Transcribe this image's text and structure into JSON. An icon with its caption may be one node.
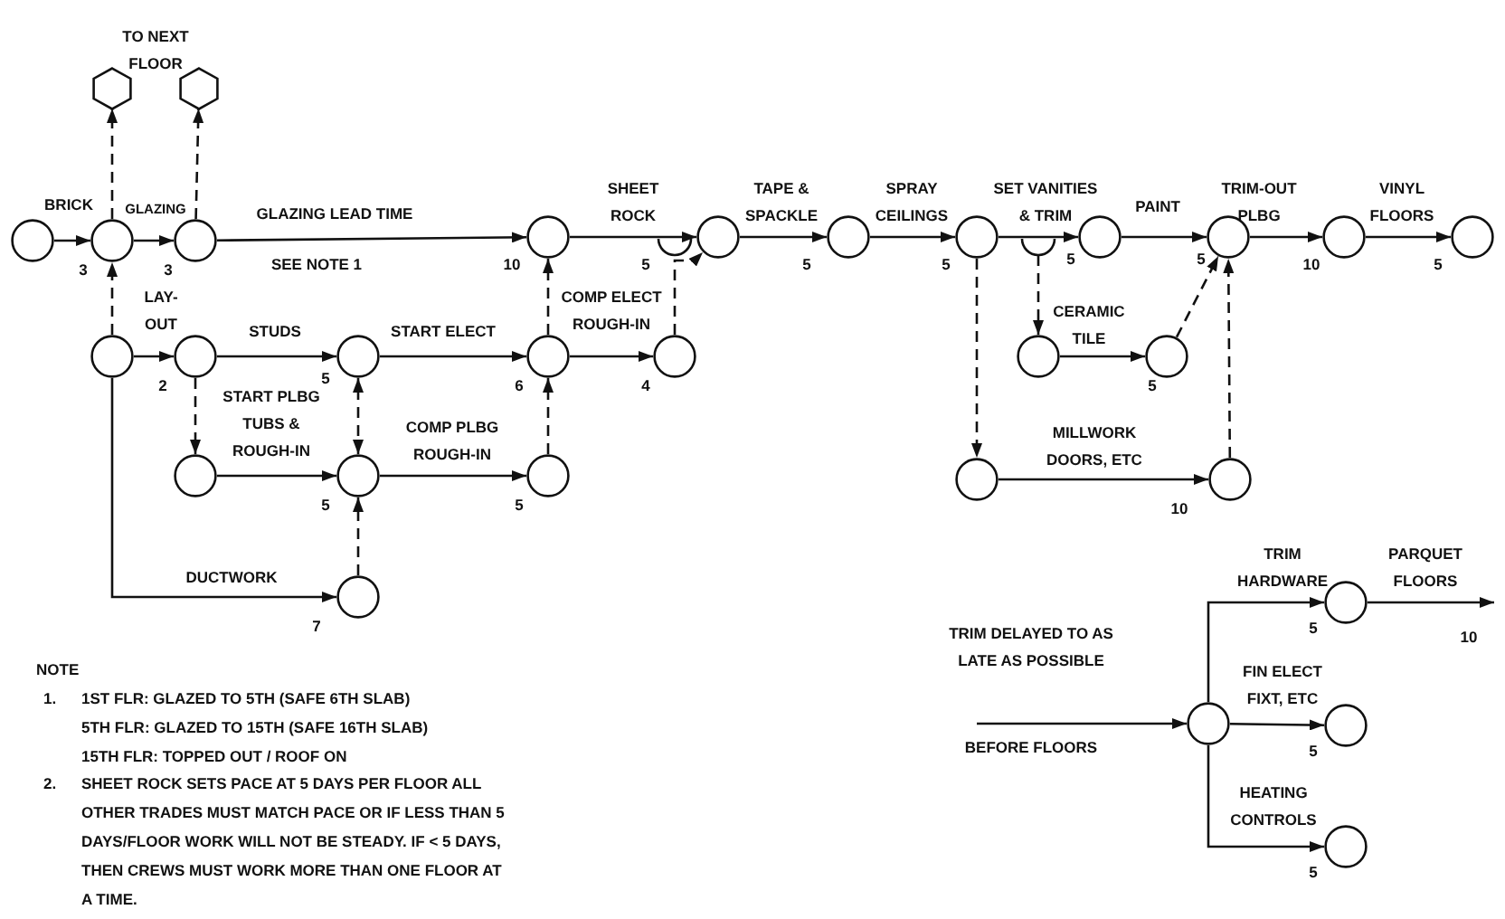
{
  "diagram": {
    "nodes": [
      {
        "text": [],
        "shape": "hexagon"
      },
      {
        "text": [],
        "shape": "hexagon"
      },
      {
        "text": [],
        "shape": "circle"
      },
      {
        "text": [],
        "shape": "circle"
      },
      {
        "text": [],
        "shape": "circle"
      },
      {
        "text": [],
        "shape": "circle"
      },
      {
        "text": [],
        "shape": "circle"
      },
      {
        "text": [],
        "shape": "circle"
      },
      {
        "text": [],
        "shape": "circle"
      },
      {
        "text": [],
        "shape": "circle"
      },
      {
        "text": [],
        "shape": "circle"
      },
      {
        "text": [],
        "shape": "circle"
      },
      {
        "text": [],
        "shape": "circle"
      },
      {
        "text": [],
        "shape": "circle"
      },
      {
        "text": [],
        "shape": "circle"
      },
      {
        "text": [],
        "shape": "circle"
      },
      {
        "text": [],
        "shape": "circle"
      },
      {
        "text": [],
        "shape": "circle"
      },
      {
        "text": [],
        "shape": "circle"
      },
      {
        "text": [],
        "shape": "circle"
      },
      {
        "text": [],
        "shape": "circle"
      },
      {
        "text": [],
        "shape": "circle"
      },
      {
        "text": [],
        "shape": "circle"
      },
      {
        "text": [],
        "shape": "circle"
      },
      {
        "text": [],
        "shape": "circle"
      },
      {
        "text": [],
        "shape": "circle"
      },
      {
        "text": [],
        "shape": "circle"
      },
      {
        "text": [],
        "shape": "circle"
      },
      {
        "text": [],
        "shape": "circle"
      },
      {
        "text": [],
        "shape": "circle"
      }
    ],
    "edges": [
      {
        "from": 3,
        "to": 0,
        "arrow": "to",
        "style": "dashed"
      },
      {
        "from": 4,
        "to": 1,
        "arrow": "to",
        "style": "dashed"
      },
      {
        "from": 2,
        "to": 3,
        "arrow": "to",
        "label": "BRICK"
      },
      {
        "from": 3,
        "to": 4,
        "arrow": "to",
        "label": "GLAZING"
      },
      {
        "from": 4,
        "to": 5,
        "arrow": "to",
        "label": "GLAZING LEAD TIME"
      },
      {
        "from": 6,
        "to": 3,
        "arrow": "to",
        "style": "dashed"
      },
      {
        "from": 6,
        "to": 7,
        "arrow": "to",
        "label": "LAY-OUT"
      },
      {
        "from": 7,
        "to": 8,
        "arrow": "to",
        "label": "STUDS"
      },
      {
        "from": 8,
        "to": 9,
        "arrow": "to",
        "label": "START ELECT"
      },
      {
        "from": 7,
        "to": 10,
        "arrow": "to",
        "style": "dashed"
      },
      {
        "from": 10,
        "to": 11,
        "arrow": "to",
        "label": "START PLBG TUBS & ROUGH-IN"
      },
      {
        "from": 11,
        "to": 8,
        "arrow": "both",
        "style": "dashed"
      },
      {
        "from": 11,
        "to": 12,
        "arrow": "to",
        "label": "COMP PLBG ROUGH-IN"
      },
      {
        "from": 13,
        "to": 11,
        "arrow": "to",
        "style": "dashed"
      },
      {
        "from": 6,
        "to": 13,
        "arrow": "to",
        "label": "DUCTWORK"
      },
      {
        "from": 12,
        "to": 9,
        "arrow": "to",
        "style": "dashed"
      },
      {
        "from": 9,
        "to": 5,
        "arrow": "to",
        "style": "dashed"
      },
      {
        "from": 9,
        "to": 14,
        "arrow": "to",
        "label": "COMP ELECT ROUGH-IN"
      },
      {
        "from": 14,
        "to": 15,
        "arrow": "to",
        "style": "dashed"
      },
      {
        "from": 5,
        "to": 15,
        "arrow": "to",
        "label": "SHEET ROCK"
      },
      {
        "from": 15,
        "to": 16,
        "arrow": "to",
        "label": "TAPE & SPACKLE"
      },
      {
        "from": 16,
        "to": 17,
        "arrow": "to",
        "label": "SPRAY CEILINGS"
      },
      {
        "from": 17,
        "to": 18,
        "arrow": "to",
        "label": "SET VANITIES & TRIM"
      },
      {
        "from": 18,
        "to": 19,
        "arrow": "to",
        "label": "PAINT"
      },
      {
        "from": 19,
        "to": 20,
        "arrow": "to",
        "label": "TRIM-OUT PLBG"
      },
      {
        "from": 20,
        "to": 21,
        "arrow": "to",
        "label": "VINYL FLOORS"
      },
      {
        "from": null,
        "to": 22,
        "arrow": "to",
        "style": "dashed"
      },
      {
        "from": 22,
        "to": 23,
        "arrow": "to",
        "label": "CERAMIC TILE"
      },
      {
        "from": 23,
        "to": 19,
        "arrow": "to",
        "style": "dashed"
      },
      {
        "from": 17,
        "to": 24,
        "arrow": "to",
        "style": "dashed"
      },
      {
        "from": 24,
        "to": 25,
        "arrow": "to",
        "label": "MILLWORK DOORS, ETC"
      },
      {
        "from": 25,
        "to": 19,
        "arrow": "to",
        "style": "dashed"
      },
      {
        "from": null,
        "to": 26,
        "arrow": "to",
        "label": "TRIM DELAYED TO AS LATE AS POSSIBLE"
      },
      {
        "from": 26,
        "to": 27,
        "arrow": "to",
        "label": "TRIM HARDWARE"
      },
      {
        "from": 26,
        "to": 28,
        "arrow": "to",
        "label": "FIN ELECT FIXT, ETC"
      },
      {
        "from": 26,
        "to": 29,
        "arrow": "to",
        "label": "HEATING CONTROLS"
      },
      {
        "from": 27,
        "to": null,
        "arrow": "to",
        "label": "PARQUET FLOORS"
      }
    ],
    "labels": [
      "TO NEXT FLOOR",
      "3",
      "3",
      "SEE NOTE 1",
      "10",
      "2",
      "5",
      "6",
      "5",
      "5",
      "5",
      "5",
      "5",
      "10",
      "5",
      "4",
      "5",
      "5",
      "5",
      "10",
      "7",
      "5",
      "10",
      "BEFORE FLOORS",
      "5",
      "5",
      "NOTE",
      "1.",
      "1ST FLR: GLAZED TO 5TH (SAFE 6TH SLAB)",
      "5TH FLR: GLAZED TO 15TH (SAFE 16TH SLAB)",
      "15TH FLR: TOPPED OUT / ROOF ON",
      "2.",
      "SHEET ROCK SETS PACE AT 5 DAYS PER FLOOR ALL OTHER TRADES MUST MATCH PACE OR IF LESS THAN 5 DAYS/FLOOR WORK WILL NOT BE STEADY. IF < 5 DAYS, THEN CREWS MUST WORK MORE THAN ONE FLOOR AT A TIME."
    ]
  }
}
